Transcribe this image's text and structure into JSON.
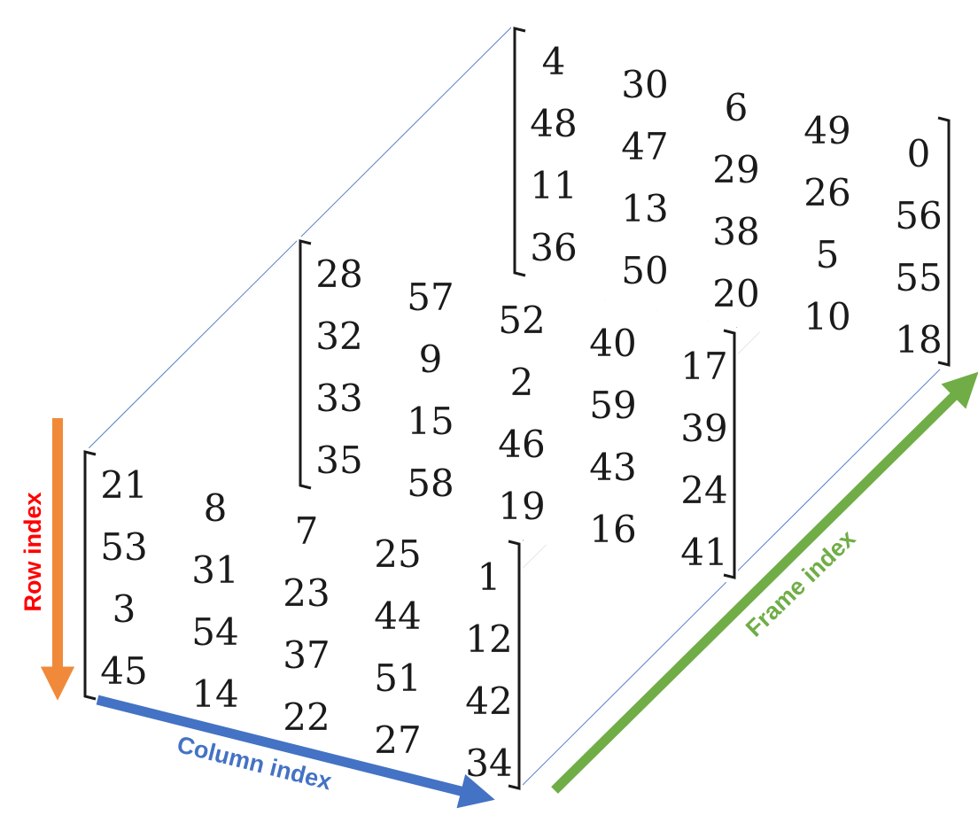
{
  "frames": [
    {
      "rows": [
        [
          "4",
          "30",
          "6",
          "49",
          "0"
        ],
        [
          "48",
          "47",
          "29",
          "26",
          "56"
        ],
        [
          "11",
          "13",
          "38",
          "5",
          "55"
        ],
        [
          "36",
          "50",
          "20",
          "10",
          "18"
        ]
      ]
    },
    {
      "rows": [
        [
          "28",
          "57",
          "52",
          "40",
          "17"
        ],
        [
          "32",
          "9",
          "2",
          "59",
          "39"
        ],
        [
          "33",
          "15",
          "46",
          "43",
          "24"
        ],
        [
          "35",
          "58",
          "19",
          "16",
          "41"
        ]
      ]
    },
    {
      "rows": [
        [
          "21",
          "8",
          "7",
          "25",
          "1"
        ],
        [
          "53",
          "31",
          "23",
          "44",
          "12"
        ],
        [
          "3",
          "54",
          "37",
          "51",
          "42"
        ],
        [
          "45",
          "14",
          "22",
          "27",
          "34"
        ]
      ]
    }
  ],
  "axes": {
    "row": {
      "label": "Row index",
      "arrow_color": "#f08a3a",
      "label_color": "#ff0000"
    },
    "column": {
      "label": "Column index",
      "arrow_color": "#4472c4",
      "label_color": "#4472c4"
    },
    "frame": {
      "label": "Frame index",
      "arrow_color": "#70ad47",
      "label_color": "#70ad47"
    }
  },
  "colors": {
    "guide_line": "#4472c4",
    "bracket": "#1a1a1a",
    "number": "#1a1a1a"
  }
}
